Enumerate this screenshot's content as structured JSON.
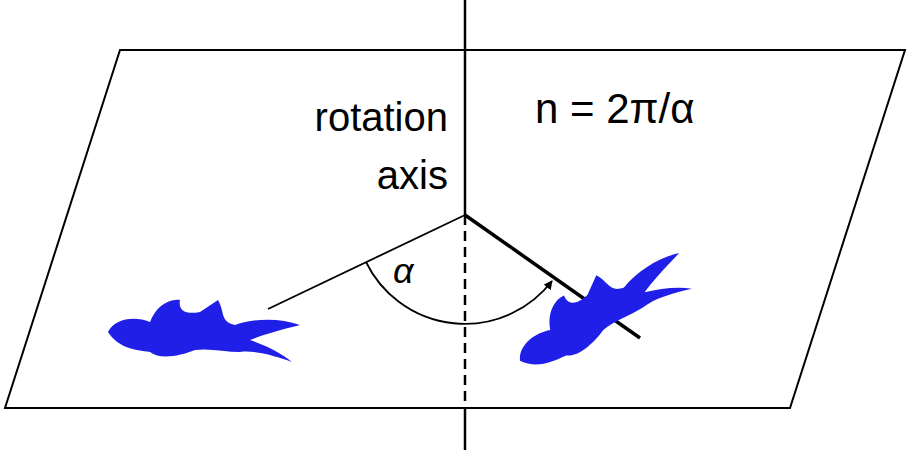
{
  "diagram": {
    "labels": [
      "rotation axis",
      "n = 2π/α",
      "α"
    ]
  }
}
